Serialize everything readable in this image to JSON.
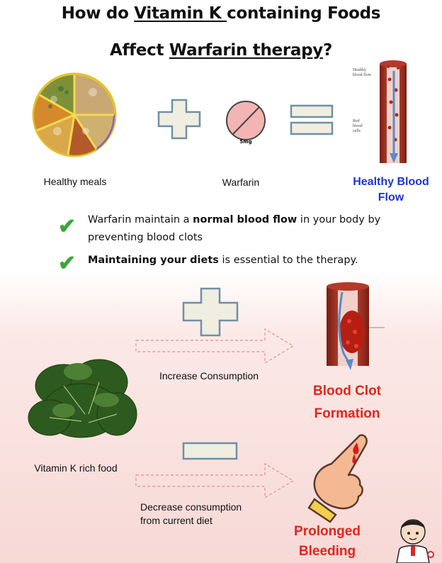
{
  "title": {
    "line1_pre": "How do ",
    "line1_u": "Vitamin K ",
    "line1_post": "containing Foods",
    "line2_pre": "Affect ",
    "line2_u": "Warfarin therapy",
    "line2_post": "?"
  },
  "top_row": {
    "meals_label": "Healthy meals",
    "pill_dose": "5mg",
    "warfarin_label": "Warfarin",
    "result_label_1": "Healthy Blood",
    "result_label_2": "Flow",
    "vessel_note_flow_1": "Healthy",
    "vessel_note_flow_2": "blood flow",
    "vessel_note_cells_1": "Red",
    "vessel_note_cells_2": "blood",
    "vessel_note_cells_3": "cells"
  },
  "bullets": {
    "b1_pre": "Warfarin maintain a ",
    "b1_bold": "normal blood flow",
    "b1_post": " in your body by",
    "b1_line2": "preventing blood clots",
    "b2_bold": "Maintaining your diets",
    "b2_post": " is essential to the therapy."
  },
  "bottom": {
    "food_label": "Vitamin K rich food",
    "increase_label": "Increase Consumption",
    "clot_label_1": "Blood Clot",
    "clot_label_2": "Formation",
    "decrease_label_1": "Decrease consumption",
    "decrease_label_2": "from current diet",
    "bleed_label_1": "Prolonged",
    "bleed_label_2": "Bleeding"
  },
  "colors": {
    "accent_blue": "#1f33d6",
    "accent_red": "#e3241b",
    "check_green": "#3aa63a",
    "symbol_fill": "#f0eee0",
    "symbol_stroke": "#6f8fa8"
  }
}
